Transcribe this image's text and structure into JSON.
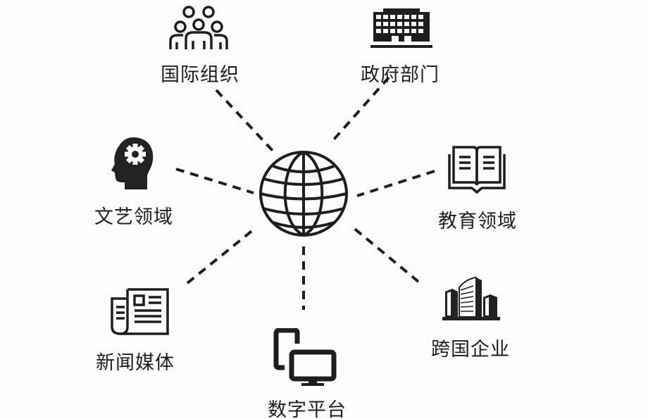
{
  "diagram": {
    "center": {
      "name": "globe",
      "icon": "globe-icon"
    },
    "nodes": [
      {
        "id": "intl-org",
        "label": "国际组织",
        "icon": "people-group-icon"
      },
      {
        "id": "government",
        "label": "政府部门",
        "icon": "government-building-icon"
      },
      {
        "id": "culture",
        "label": "文艺领域",
        "icon": "head-gear-icon"
      },
      {
        "id": "education",
        "label": "教育领域",
        "icon": "open-book-icon"
      },
      {
        "id": "media",
        "label": "新闻媒体",
        "icon": "newspaper-icon"
      },
      {
        "id": "digital",
        "label": "数字平台",
        "icon": "phone-monitor-icon"
      },
      {
        "id": "multinational",
        "label": "跨国企业",
        "icon": "skyscrapers-icon"
      }
    ],
    "colors": {
      "ink": "#1e1e1e",
      "background": "#fdfdfd"
    }
  }
}
